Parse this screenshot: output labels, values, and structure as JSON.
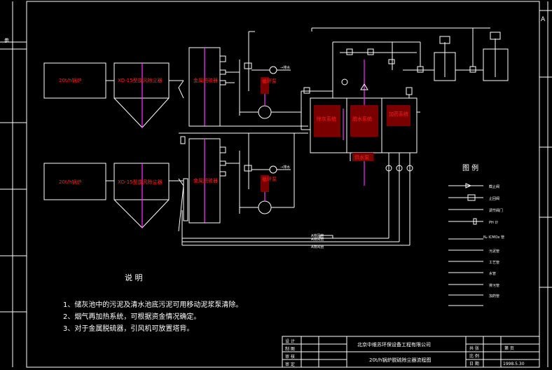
{
  "border_letters": {
    "right_top": "A",
    "left_top": "参"
  },
  "left_unit": {
    "boiler": "20t/h锅炉",
    "collector": "XD-15型旋风除尘器",
    "tank": "金属脱硫器"
  },
  "left_side_labels": {
    "pump_a": "循环泵",
    "pump_b": "循环泵"
  },
  "mid_labels": {
    "box1": "除灰系统",
    "box2": "脱水系统",
    "box3": "加药系统",
    "sub": "供水泵"
  },
  "pipe_labels": {
    "p1": "A排风管",
    "p2": "A排风管",
    "p3": "A排风管"
  },
  "legend": {
    "title": "图 例",
    "items": [
      "截止阀",
      "止回阀",
      "调节阀门",
      "PH 计",
      "N₂ ICMOx 管",
      "污泥管",
      "工艺管",
      "水管",
      "排污管",
      "加药管"
    ]
  },
  "notes": {
    "title": "说 明",
    "lines": [
      "1、储灰池中的污泥及清水池底污泥可用移动泥浆泵清除。",
      "2、烟气再加热系统，可根据资金情况确定。",
      "3、对于金属脱硫器，引风机可放置塔背。"
    ]
  },
  "title_block": {
    "roles": [
      "设 计",
      "制 图",
      "审 核",
      "审 定"
    ],
    "company": "北京中维苏环保设备工程有限公司",
    "drawing": "20t/h锅炉脱硫除尘器流程图",
    "r1": "共 张",
    "r1b": "第 页",
    "r2": "比 例",
    "r3": "日 期",
    "date": "1998.5.30"
  }
}
